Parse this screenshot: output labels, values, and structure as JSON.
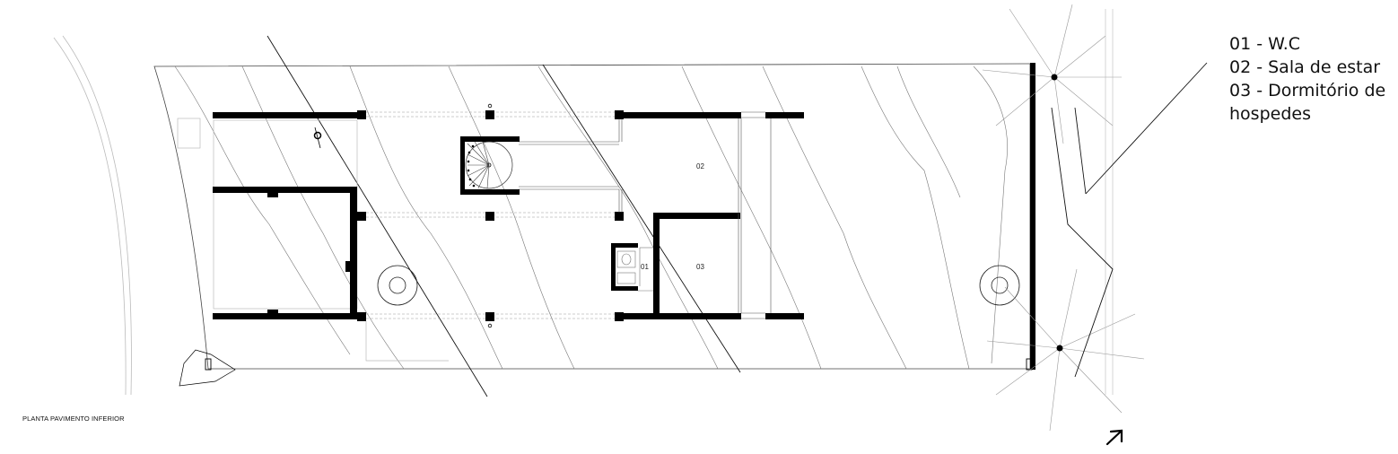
{
  "legend": {
    "items": [
      "01 - W.C",
      "02 - Sala de estar",
      "03 - Dormitório de hospedes"
    ]
  },
  "rooms": {
    "wc": "01",
    "living": "02",
    "bedroom": "03"
  },
  "caption": "PLANTA PAVIMENTO INFERIOR",
  "north_arrow": "north-arrow-icon"
}
